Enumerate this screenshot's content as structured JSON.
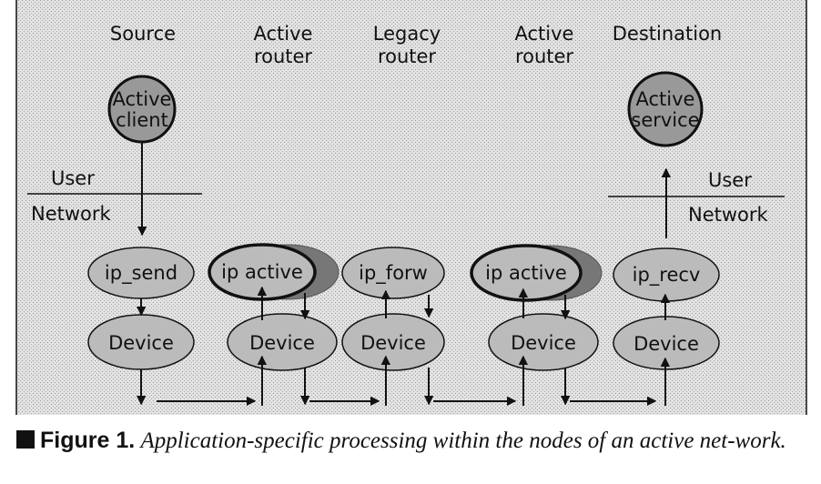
{
  "columns": {
    "source": "Source",
    "active_router_1": [
      "Active",
      "router"
    ],
    "legacy_router": [
      "Legacy",
      "router"
    ],
    "active_router_2": [
      "Active",
      "router"
    ],
    "destination": "Destination"
  },
  "nodes": {
    "active_client": [
      "Active",
      "client"
    ],
    "active_service": [
      "Active",
      "service"
    ],
    "ip_send": "ip_send",
    "ip_active_1": "ip active",
    "ip_forw": "ip_forw",
    "ip_active_2": "ip active",
    "ip_recv": "ip_recv",
    "device": "Device"
  },
  "layers": {
    "user": "User",
    "network": "Network"
  },
  "caption": {
    "label": "Figure 1.",
    "text": "Application-specific processing within the nodes of an active net-work."
  },
  "colors": {
    "background": "#d6d6d6",
    "node_fill": "#b8b8b8",
    "shadow_fill": "#7a7a7a",
    "ink": "#111111"
  }
}
